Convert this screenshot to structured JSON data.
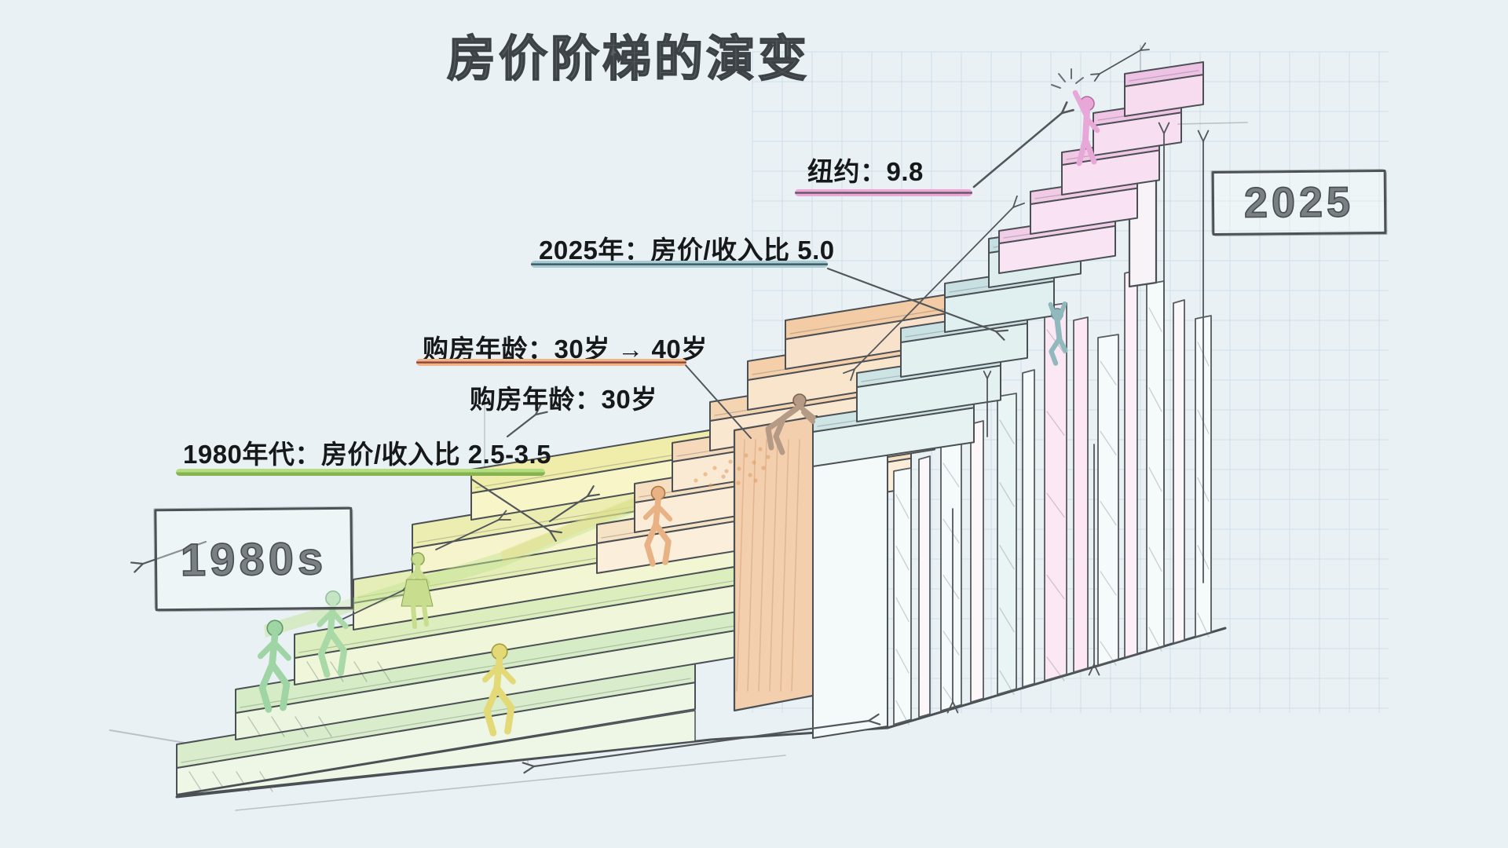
{
  "title": {
    "text": "房价阶梯的演变"
  },
  "era": {
    "start": "1980s",
    "end": "2025"
  },
  "annotations": {
    "newyork": {
      "text": "纽约：9.8",
      "underline_color": "#eda6d6",
      "note": "price-to-income ratio New York 9.8"
    },
    "y2025": {
      "text": "2025年：房价/收入比 5.0",
      "underline_color": "#a7ccd4",
      "note": "2025 price-to-income ratio 5.0"
    },
    "age_shift": {
      "text": "购房年龄：30岁 → 40岁",
      "underline_color": "#f0b488",
      "note": "home-buying age shifted 30 to 40"
    },
    "age_1980": {
      "text": "购房年龄：30岁",
      "underline_color": null,
      "note": "home-buying age 30"
    },
    "ratio_1980": {
      "text": "1980年代：房价/收入比 2.5-3.5",
      "underline_color": "#b4dd80",
      "note": "1980s price-to-income ratio 2.5-3.5"
    }
  },
  "palette": {
    "background": "#e9f1f5",
    "sketch_ink": "#4b5055",
    "grid_blue": "#9fbede",
    "stair_green": "#d9eccc",
    "stair_yellow": "#f0ecaa",
    "stair_orange": "#f3cba4",
    "stair_teal": "#cfe4e4",
    "stair_pink": "#f2cde8",
    "figure_green": "#9fd4a4",
    "figure_yellow": "#e3d977",
    "figure_orange": "#e8b285",
    "figure_teal": "#8fb9bd",
    "figure_pink": "#e7a8d8"
  }
}
